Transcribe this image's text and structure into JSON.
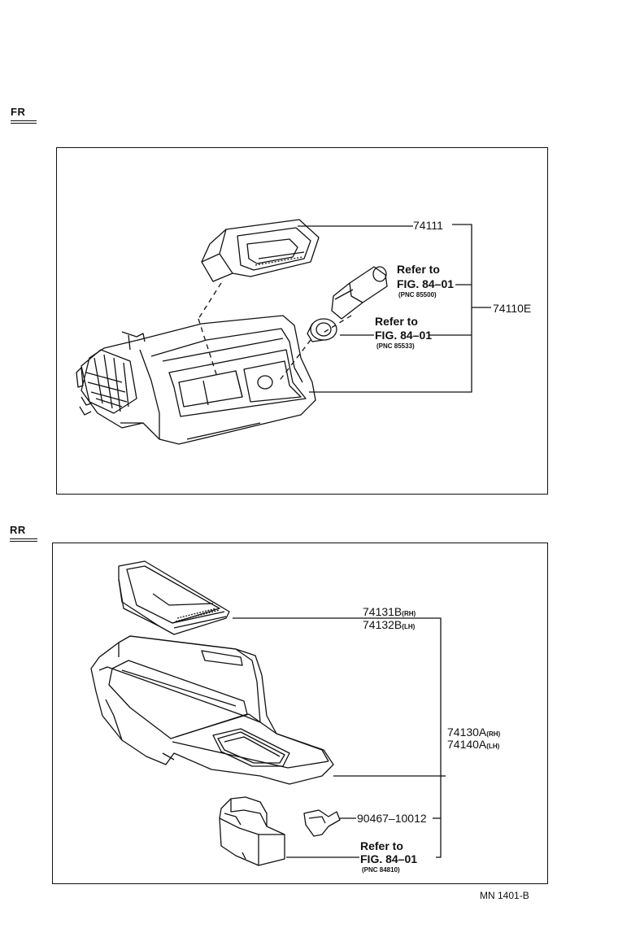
{
  "sections": {
    "front": {
      "label": "FR",
      "part_top": "74111",
      "part_assembly": "74110E",
      "ref1": {
        "line1": "Refer to",
        "line2": "FIG. 84–01",
        "pnc": "(PNC 85500)"
      },
      "ref2": {
        "line1": "Refer to",
        "line2": "FIG. 84–01",
        "pnc": "(PNC 85533)"
      }
    },
    "rear": {
      "label": "RR",
      "tray_rh": "74131B",
      "tray_rh_suffix": "(RH)",
      "tray_lh": "74132B",
      "tray_lh_suffix": "(LH)",
      "ash_rh": "74130A",
      "ash_rh_suffix": "(RH)",
      "ash_lh": "74140A",
      "ash_lh_suffix": "(LH)",
      "clip": "90467–10012",
      "ref": {
        "line1": "Refer to",
        "line2": "FIG. 84–01",
        "pnc": "(PNC 84810)"
      }
    }
  },
  "footer_ref": "MN 1401-B"
}
